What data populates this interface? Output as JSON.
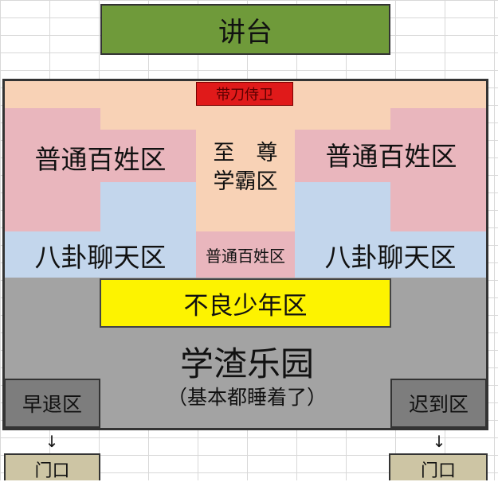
{
  "colors": {
    "podium": "#6f9a3a",
    "peach": "#f8d2b6",
    "pink": "#e9b6bd",
    "blue": "#c3d6ec",
    "gray": "#a3a3a3",
    "dark_gray": "#7d7d7d",
    "yellow": "#fdf300",
    "red": "#e01a1a",
    "door": "#cdc5a4"
  },
  "labels": {
    "podium": "讲台",
    "guard": "带刀侍卫",
    "left_commoner": "普通百姓区",
    "right_commoner": "普通百姓区",
    "supreme_line1": "至　尊",
    "supreme_line2": "学霸区",
    "center_commoner": "普通百姓区",
    "left_gossip": "八卦聊天区",
    "right_gossip": "八卦聊天区",
    "delinquent": "不良少年区",
    "slacker_title": "学渣乐园",
    "slacker_subtitle": "（基本都睡着了）",
    "leave_early": "早退区",
    "late": "迟到区",
    "left_door": "门口",
    "right_door": "门口",
    "arrow": "↓"
  }
}
